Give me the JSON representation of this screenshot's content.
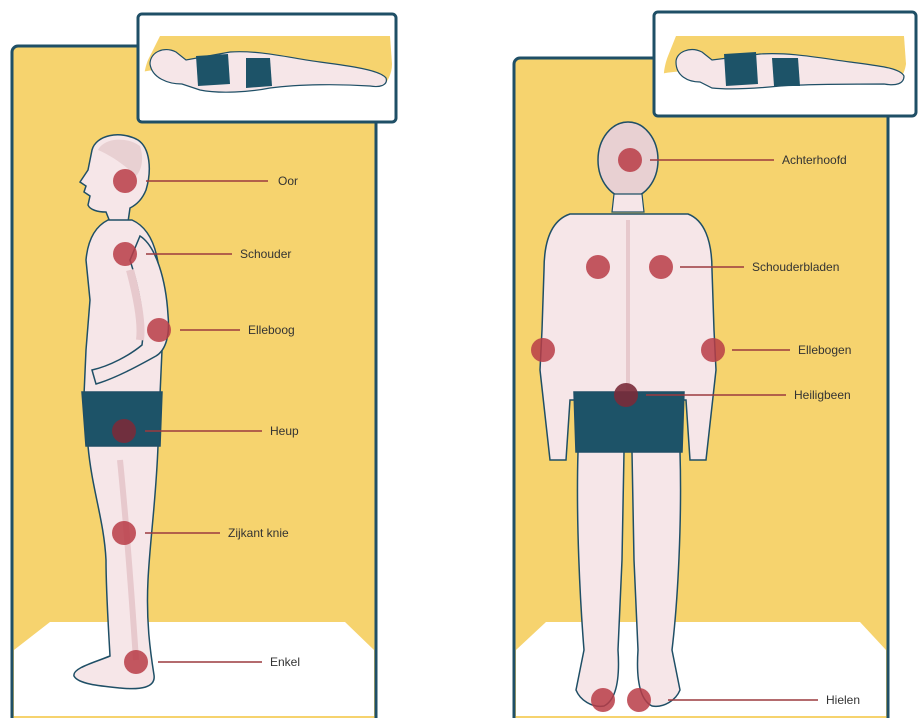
{
  "colors": {
    "panel_fill": "#f6d36e",
    "frame_stroke": "#1f4f66",
    "skin": "#f6e6e8",
    "skin_shadow": "#e7c9cd",
    "hair": "#e8d0d2",
    "shorts": "#1d5368",
    "floor": "#ffffff",
    "pressure_point": "#b83c46",
    "leader_line": "#9c3a3f"
  },
  "side_view": {
    "labels": [
      {
        "id": "ear",
        "text": "Oor"
      },
      {
        "id": "shoulder",
        "text": "Schouder"
      },
      {
        "id": "elbow",
        "text": "Elleboog"
      },
      {
        "id": "hip",
        "text": "Heup"
      },
      {
        "id": "knee",
        "text": "Zijkant knie"
      },
      {
        "id": "ankle",
        "text": "Enkel"
      }
    ]
  },
  "back_view": {
    "labels": [
      {
        "id": "back_of_head",
        "text": "Achterhoofd"
      },
      {
        "id": "shoulder_blades",
        "text": "Schouderbladen"
      },
      {
        "id": "elbows",
        "text": "Ellebogen"
      },
      {
        "id": "sacrum",
        "text": "Heiligbeen"
      },
      {
        "id": "heels",
        "text": "Hielen"
      }
    ]
  }
}
